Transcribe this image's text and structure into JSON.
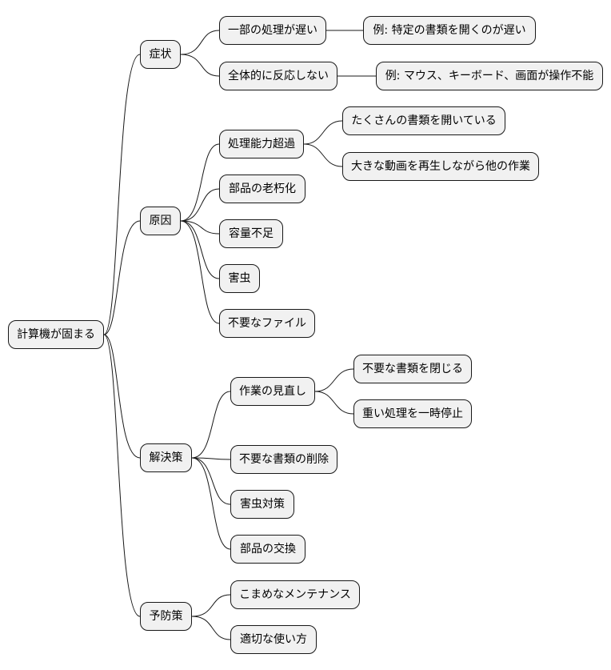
{
  "root": "計算機が固まる",
  "branches": [
    {
      "label": "症状",
      "children": [
        {
          "label": "一部の処理が遅い",
          "children": [
            {
              "label": "例: 特定の書類を開くのが遅い"
            }
          ]
        },
        {
          "label": "全体的に反応しない",
          "children": [
            {
              "label": "例: マウス、キーボード、画面が操作不能"
            }
          ]
        }
      ]
    },
    {
      "label": "原因",
      "children": [
        {
          "label": "処理能力超過",
          "children": [
            {
              "label": "たくさんの書類を開いている"
            },
            {
              "label": "大きな動画を再生しながら他の作業"
            }
          ]
        },
        {
          "label": "部品の老朽化"
        },
        {
          "label": "容量不足"
        },
        {
          "label": "害虫"
        },
        {
          "label": "不要なファイル"
        }
      ]
    },
    {
      "label": "解決策",
      "children": [
        {
          "label": "作業の見直し",
          "children": [
            {
              "label": "不要な書類を閉じる"
            },
            {
              "label": "重い処理を一時停止"
            }
          ]
        },
        {
          "label": "不要な書類の削除"
        },
        {
          "label": "害虫対策"
        },
        {
          "label": "部品の交換"
        }
      ]
    },
    {
      "label": "予防策",
      "children": [
        {
          "label": "こまめなメンテナンス"
        },
        {
          "label": "適切な使い方"
        }
      ]
    }
  ]
}
